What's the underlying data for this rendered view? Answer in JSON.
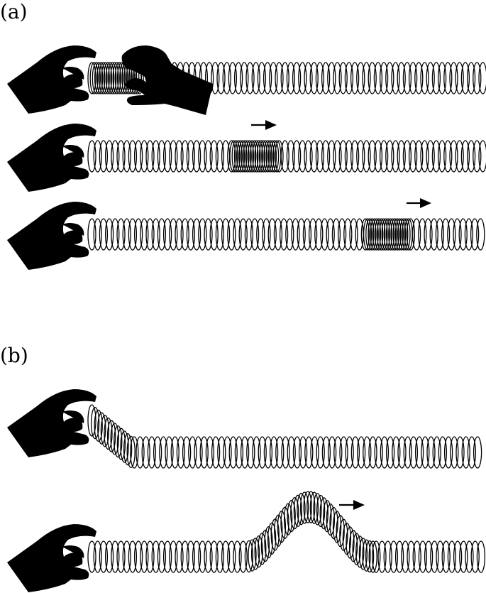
{
  "labels": {
    "panel_a": "(a)",
    "panel_b": "(b)"
  },
  "colors": {
    "ink": "#000000",
    "background": "#ffffff"
  },
  "icons": {
    "hand": "hand-holding-icon",
    "arrow": "arrow-right-icon",
    "spring": "slinky-spring"
  },
  "scenes": [
    {
      "panel": "a",
      "wave": "longitudinal",
      "pulse_position": 0.0,
      "second_hand": true
    },
    {
      "panel": "a",
      "wave": "longitudinal",
      "pulse_position": 0.4,
      "second_hand": false
    },
    {
      "panel": "a",
      "wave": "longitudinal",
      "pulse_position": 0.78,
      "second_hand": false
    },
    {
      "panel": "b",
      "wave": "transverse",
      "pulse_position": 0.0,
      "second_hand": false
    },
    {
      "panel": "b",
      "wave": "transverse",
      "pulse_position": 0.55,
      "second_hand": false
    }
  ]
}
